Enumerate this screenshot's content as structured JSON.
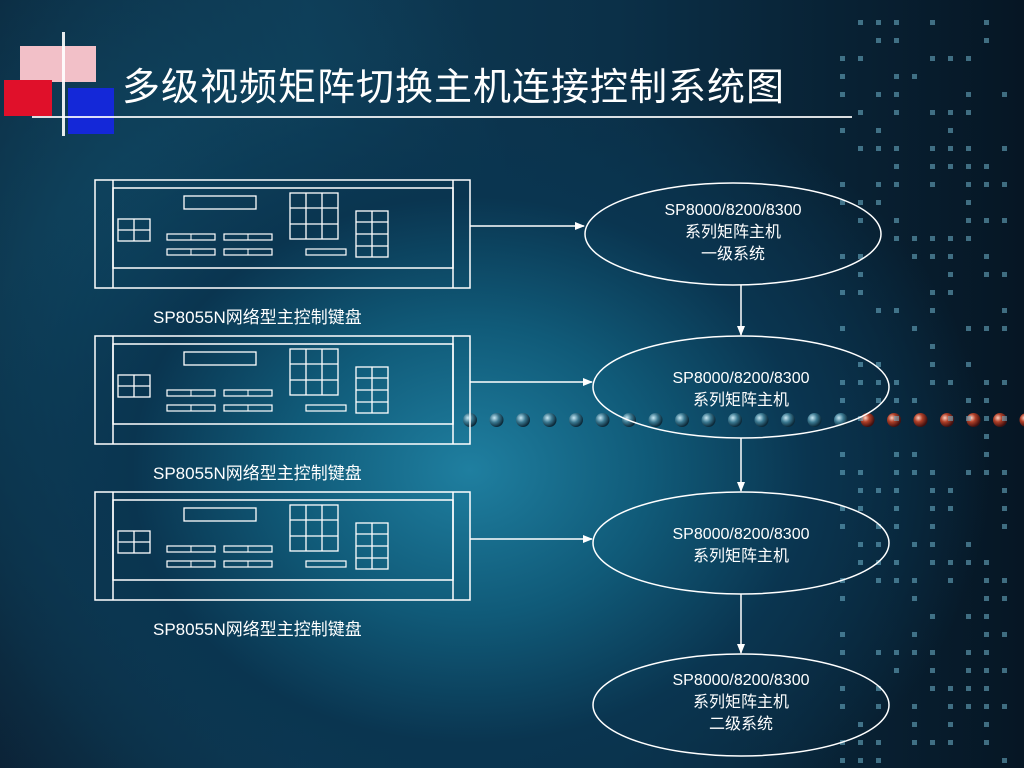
{
  "title": "多级视频矩阵切换主机连接控制系统图",
  "keyboards": [
    {
      "label": "SP8055N网络型主控制键盘"
    },
    {
      "label": "SP8055N网络型主控制键盘"
    },
    {
      "label": "SP8055N网络型主控制键盘"
    }
  ],
  "matrix_nodes": [
    {
      "lines": [
        "SP8000/8200/8300",
        "系列矩阵主机",
        "一级系统"
      ]
    },
    {
      "lines": [
        "SP8000/8200/8300",
        "系列矩阵主机"
      ]
    },
    {
      "lines": [
        "SP8000/8200/8300",
        "系列矩阵主机"
      ]
    },
    {
      "lines": [
        "SP8000/8200/8300",
        "系列矩阵主机",
        "二级系统"
      ]
    }
  ],
  "colors": {
    "line": "#ffffff",
    "logo_red": "#e0102a",
    "logo_blue": "#1428d8",
    "logo_pink": "#f2c0c8"
  }
}
